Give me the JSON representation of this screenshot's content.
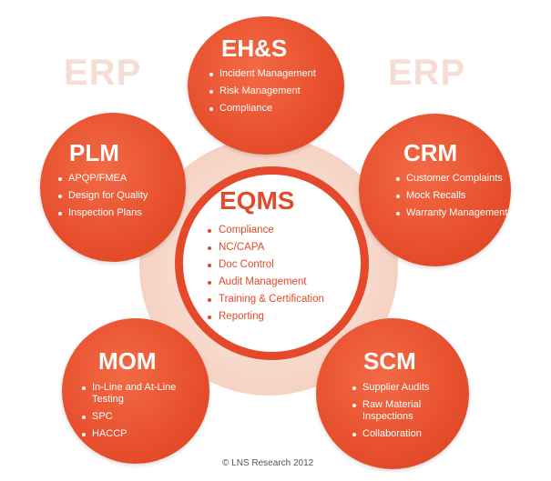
{
  "background_labels": {
    "left": "ERP",
    "right": "ERP"
  },
  "center": {
    "title": "EQMS",
    "items": [
      "Compliance",
      "NC/CAPA",
      "Doc Control",
      "Audit Management",
      "Training & Certification",
      "Reporting"
    ]
  },
  "nodes": {
    "ehs": {
      "title": "EH&S",
      "items": [
        "Incident Management",
        "Risk Management",
        "Compliance"
      ]
    },
    "plm": {
      "title": "PLM",
      "items": [
        "APQP/FMEA",
        "Design for Quality",
        "Inspection Plans"
      ]
    },
    "crm": {
      "title": "CRM",
      "items": [
        "Customer Complaints",
        "Mock Recalls",
        "Warranty Management"
      ]
    },
    "mom": {
      "title": "MOM",
      "items": [
        "In-Line and At-Line Testing",
        "SPC",
        "HACCP"
      ]
    },
    "scm": {
      "title": "SCM",
      "items": [
        "Supplier Audits",
        "Raw Material Inspections",
        "Collaboration"
      ]
    }
  },
  "copyright": "© LNS Research 2012",
  "colors": {
    "accent": "#e8512f",
    "center_text": "#e24a2b",
    "erp_text": "#f6ddd3"
  }
}
